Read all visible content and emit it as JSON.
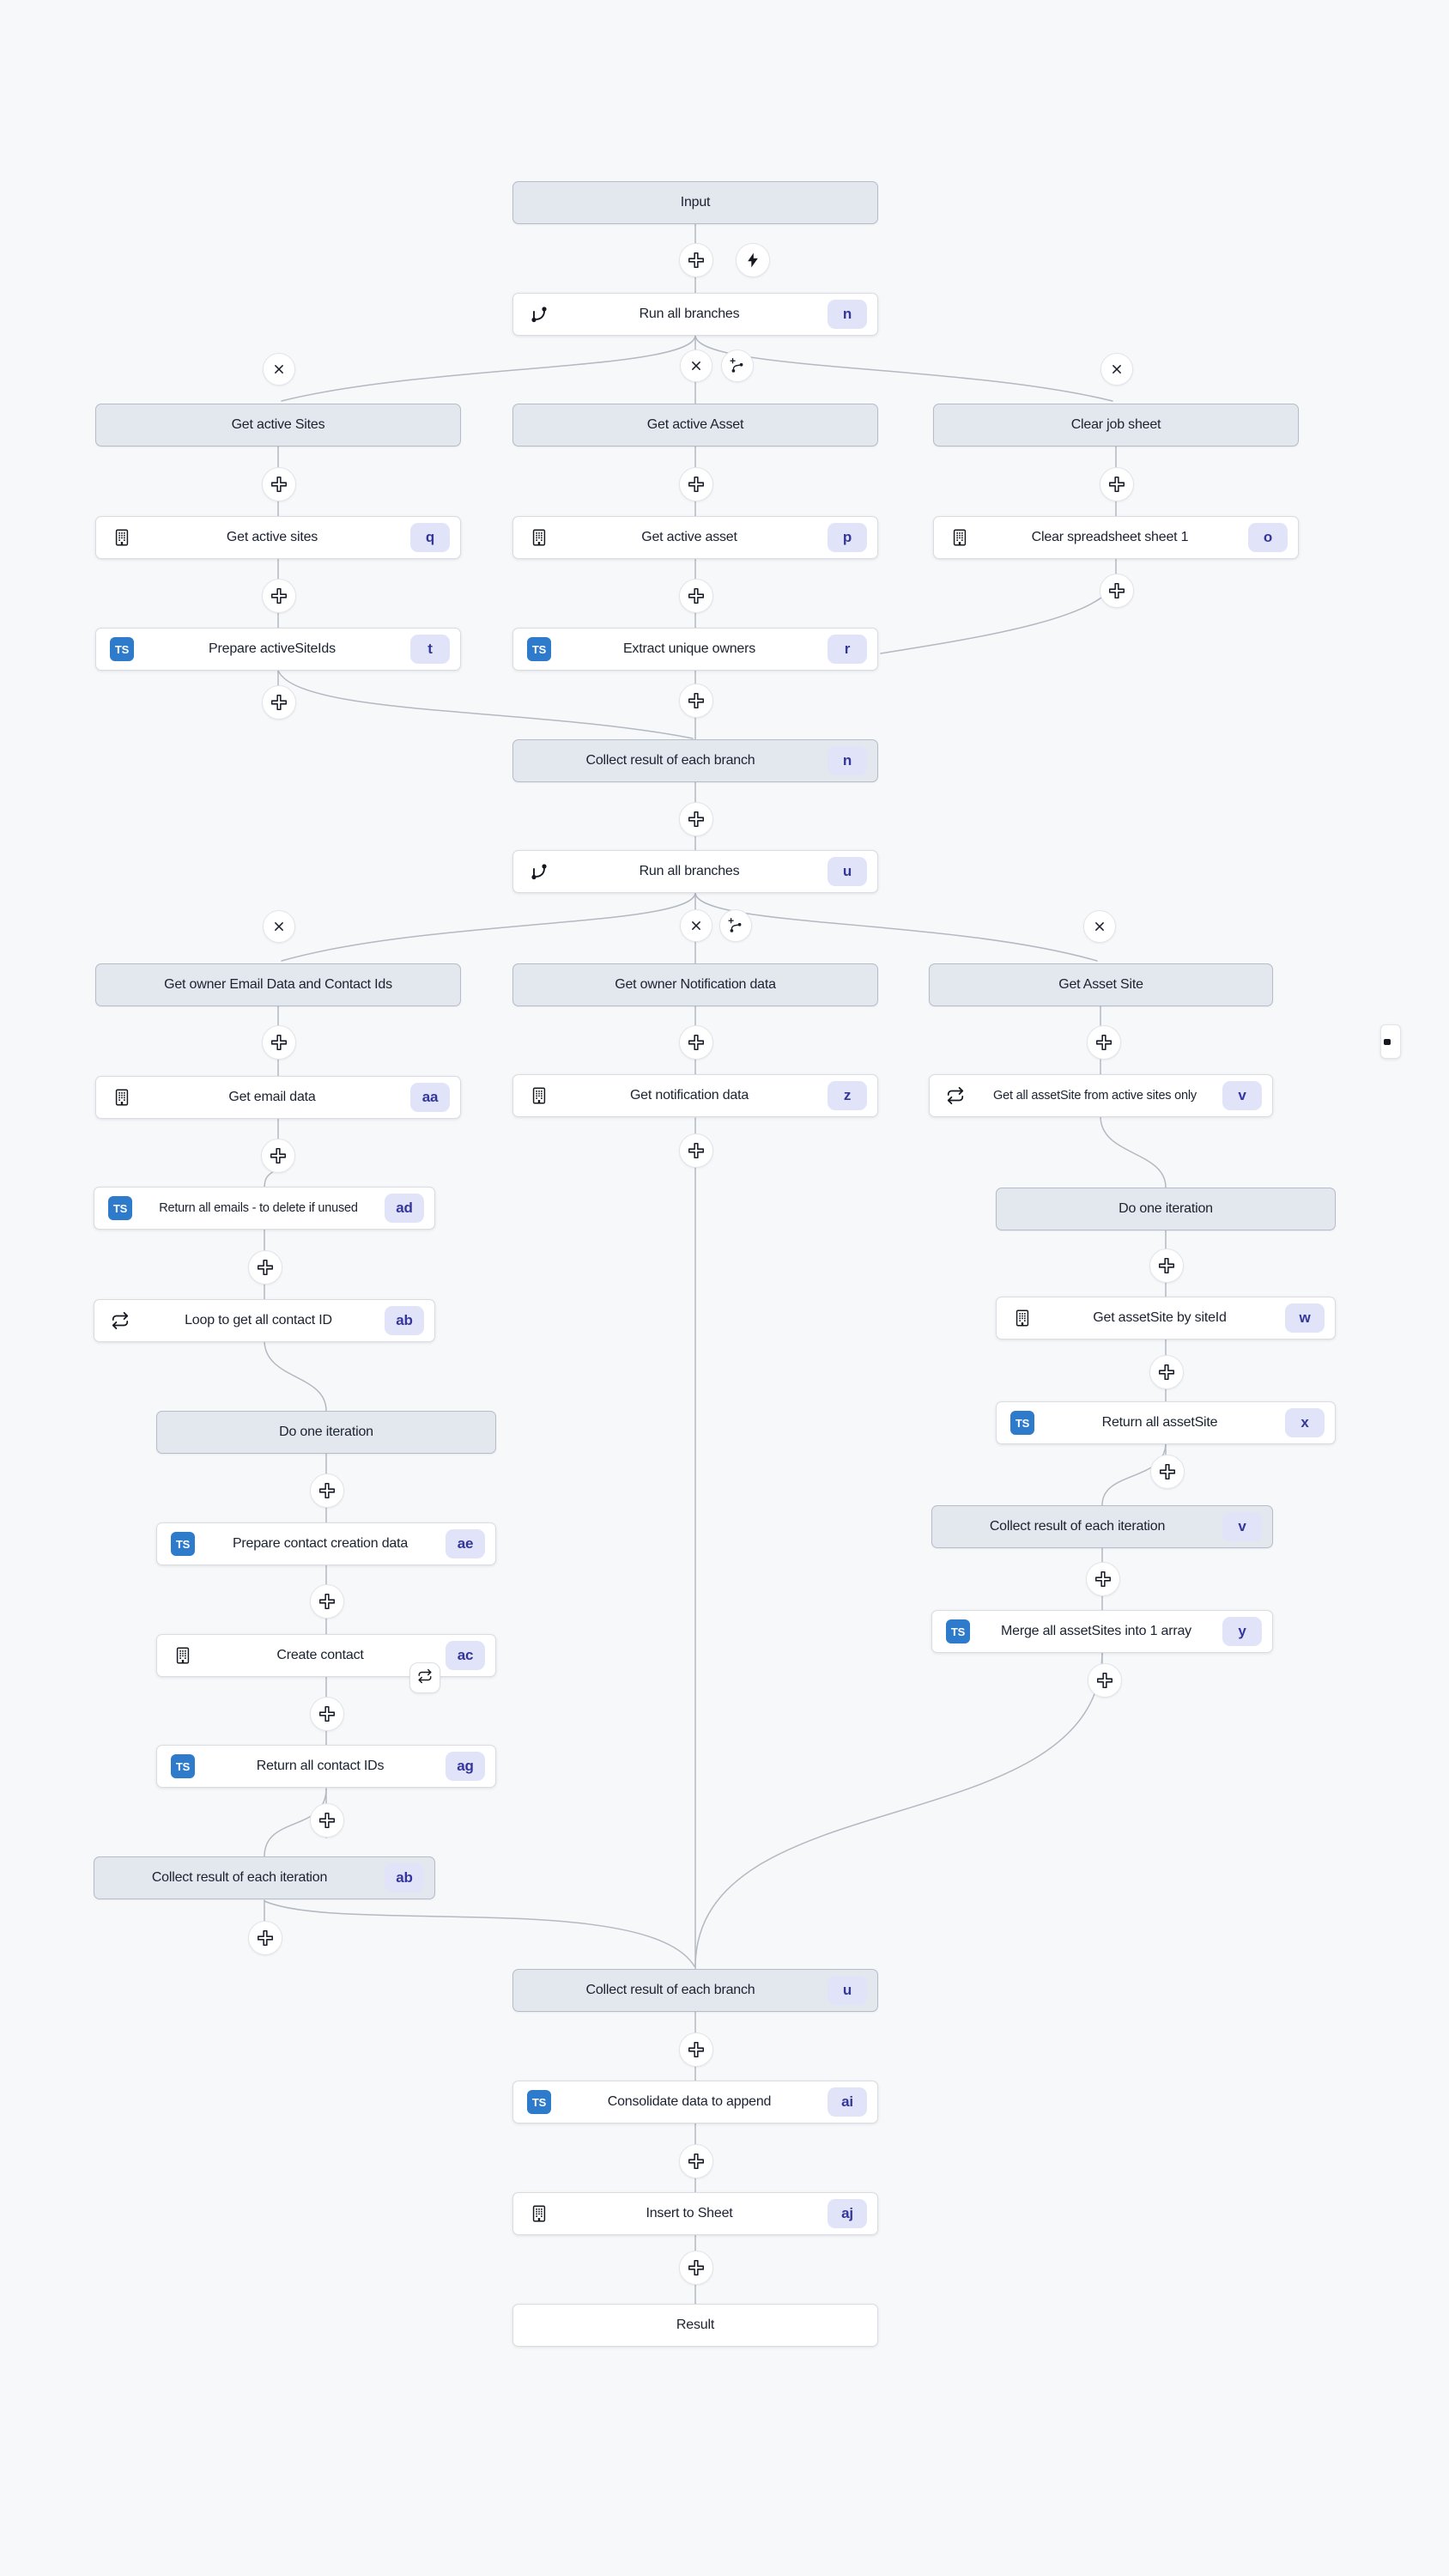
{
  "app": {
    "type": "workflow-builder-canvas",
    "background": "#f7f8fa"
  },
  "colors": {
    "header_node_fill": "#e3e7ee",
    "node_fill": "#ffffff",
    "node_border": "#d9dce3",
    "badge_bg": "#e1e4f9",
    "badge_text": "#34369b",
    "typescript_blue": "#2e7bcb",
    "connector_line": "#b3b8c2",
    "icon_color": "#161b26"
  },
  "icons": {
    "ts_label": "TS",
    "names": [
      "plus-icon",
      "lightning-icon",
      "close-icon",
      "branch-icon",
      "add-branch-icon",
      "loop-icon",
      "building-icon",
      "typescript-icon"
    ]
  },
  "nodes": {
    "input": {
      "label": "Input"
    },
    "run_branches_1": {
      "label": "Run all branches",
      "badge": "n"
    },
    "get_active_sites_header": {
      "label": "Get active Sites"
    },
    "get_active_asset_header": {
      "label": "Get active Asset"
    },
    "clear_job_sheet_header": {
      "label": "Clear job sheet"
    },
    "get_active_sites": {
      "label": "Get active sites",
      "badge": "q"
    },
    "get_active_asset": {
      "label": "Get active asset",
      "badge": "p"
    },
    "clear_spreadsheet": {
      "label": "Clear spreadsheet sheet 1",
      "badge": "o"
    },
    "prepare_active_site_ids": {
      "label": "Prepare activeSiteIds",
      "badge": "t"
    },
    "extract_unique_owners": {
      "label": "Extract unique owners",
      "badge": "r"
    },
    "collect_branch_1": {
      "label": "Collect result of each branch",
      "badge": "n"
    },
    "run_branches_2": {
      "label": "Run all branches",
      "badge": "u"
    },
    "get_owner_email_header": {
      "label": "Get owner Email Data and Contact Ids"
    },
    "get_owner_notification_header": {
      "label": "Get owner Notification data"
    },
    "get_asset_site_header": {
      "label": "Get Asset Site"
    },
    "get_email_data": {
      "label": "Get email data",
      "badge": "aa"
    },
    "get_notification_data": {
      "label": "Get notification data",
      "badge": "z"
    },
    "get_all_asset_site": {
      "label": "Get all assetSite from active sites only",
      "badge": "v"
    },
    "return_all_emails": {
      "label": "Return all emails - to delete if unused",
      "badge": "ad"
    },
    "loop_contact_id": {
      "label": "Loop to get all contact ID",
      "badge": "ab"
    },
    "do_one_iteration_left": {
      "label": "Do one iteration"
    },
    "prepare_contact_creation": {
      "label": "Prepare contact creation data",
      "badge": "ae"
    },
    "create_contact": {
      "label": "Create contact",
      "badge": "ac"
    },
    "return_contact_ids": {
      "label": "Return all contact IDs",
      "badge": "ag"
    },
    "collect_iteration_left": {
      "label": "Collect result of each iteration",
      "badge": "ab"
    },
    "do_one_iteration_right": {
      "label": "Do one iteration"
    },
    "get_asset_site_by_id": {
      "label": "Get assetSite by siteId",
      "badge": "w"
    },
    "return_all_asset_site": {
      "label": "Return all assetSite",
      "badge": "x"
    },
    "collect_iteration_right": {
      "label": "Collect result of each iteration",
      "badge": "v"
    },
    "merge_asset_sites": {
      "label": "Merge all assetSites into 1 array",
      "badge": "y"
    },
    "collect_branch_2": {
      "label": "Collect result of each branch",
      "badge": "u"
    },
    "consolidate_data": {
      "label": "Consolidate data to append",
      "badge": "ai"
    },
    "insert_to_sheet": {
      "label": "Insert to Sheet",
      "badge": "aj"
    },
    "result": {
      "label": "Result"
    }
  }
}
